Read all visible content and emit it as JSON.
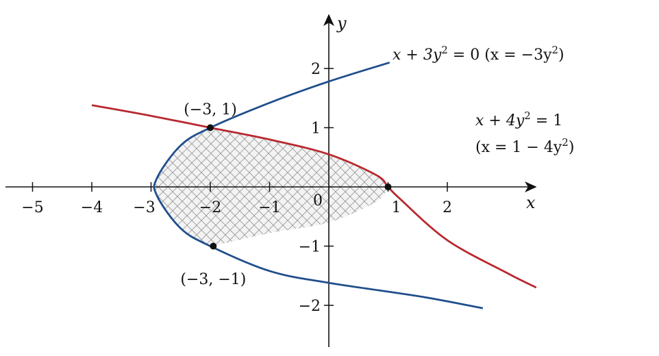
{
  "chart_data": {
    "type": "line",
    "title": "",
    "xlabel": "x",
    "ylabel": "y",
    "xlim": [
      -5.5,
      3.5
    ],
    "ylim": [
      -2.6,
      3.0
    ],
    "grid": false,
    "x_ticks": [
      "−5",
      "−4",
      "−3",
      "−2",
      "−1",
      "0",
      "1",
      "2"
    ],
    "y_ticks": [
      "2",
      "1",
      "−1",
      "−2"
    ],
    "series": [
      {
        "name": "x + 3y² = 0 (x = −3y²)",
        "color": "#1f4e8c",
        "equation": "x = -3*y^2 + 1.8*y ... see points",
        "x": [
          1.026,
          0.0,
          -1.0,
          -2.0,
          -2.5,
          -2.9,
          -2.9,
          -2.5,
          -2.0,
          -1.0,
          0.0,
          1.6,
          2.6
        ],
        "y": [
          2.1,
          1.78,
          1.42,
          1.0,
          0.7,
          0.15,
          -0.15,
          -0.7,
          -1.0,
          -1.42,
          -1.62,
          -1.86,
          -2.05
        ]
      },
      {
        "name": "x + 4y² = 1 (x = 1 − 4y²)",
        "color": "#b8282e",
        "x": [
          -4.0,
          -3.0,
          -2.0,
          -1.0,
          0.0,
          0.8,
          1.0,
          1.2,
          2.0,
          3.0,
          3.5
        ],
        "y": [
          1.38,
          1.2,
          1.0,
          0.8,
          0.55,
          0.2,
          0.0,
          -0.2,
          -0.9,
          -1.45,
          -1.7
        ]
      }
    ],
    "points": [
      {
        "label": "(−3, 1)",
        "x": -2,
        "y": 1.0
      },
      {
        "label": "(−3, −1)",
        "x": -1.95,
        "y": -1.0
      },
      {
        "label": "",
        "x": 1.0,
        "y": 0.0
      }
    ],
    "annotations": {
      "blue_eq_main": "x + 3y",
      "blue_eq_rest": " = 0  (x = −3y",
      "blue_eq_end": ")",
      "red_eq_line1_main": "x + 4y",
      "red_eq_line1_rest": " = 1",
      "red_eq_line2_main": "(x = 1 − 4y",
      "red_eq_line2_end": ")",
      "superscript": "2"
    },
    "shaded_region": "cross-hatched region enclosed between the two parabolas"
  }
}
